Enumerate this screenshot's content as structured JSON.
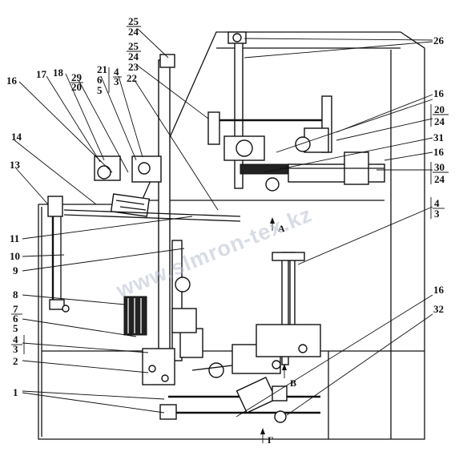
{
  "callouts": {
    "c25a": "25",
    "c24a": "24",
    "c25b": "25",
    "c24b": "24",
    "c23": "23",
    "c26": "26",
    "c16a": "16",
    "c17": "17",
    "c18": "18",
    "c29": "29",
    "c20a": "20",
    "c21": "21",
    "c6a": "6",
    "c5a": "5",
    "c4a": "4",
    "c3a": "3",
    "c22": "22",
    "c16b": "16",
    "c20b": "20",
    "c24c": "24",
    "c31": "31",
    "c14": "14",
    "c16c": "16",
    "c30": "30",
    "c24d": "24",
    "c13": "13",
    "c4b": "4",
    "c3b": "3",
    "c11": "11",
    "c10": "10",
    "c9": "9",
    "c8": "8",
    "c7": "7",
    "c6b": "6",
    "c5b": "5",
    "c4c": "4",
    "c3c": "3",
    "c2": "2",
    "c1": "1",
    "c16d": "16",
    "c32": "32"
  },
  "view_labels": {
    "a": "А",
    "b": "В",
    "g": "Г"
  },
  "watermark": "www.slmron-tex.kz"
}
